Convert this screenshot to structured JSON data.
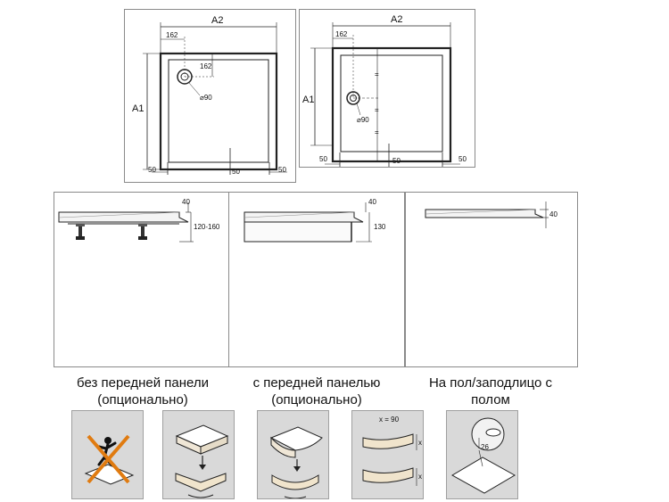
{
  "top_left": {
    "a2": "A2",
    "a1": "A1",
    "d162_top": "162",
    "d162_side": "162",
    "drain": "⌀90",
    "d50_left": "50",
    "d50_mid": "50",
    "d50_right": "50"
  },
  "top_right": {
    "a2": "A2",
    "a1": "A1",
    "d162_top": "162",
    "drain": "⌀90",
    "eq1": "=",
    "eq2": "=",
    "eq3": "=",
    "d50_left": "50",
    "d50_mid": "50",
    "d50_right": "50"
  },
  "sections": [
    {
      "d_top": "40",
      "d_height": "120-160"
    },
    {
      "d_top": "40",
      "d_height": "130"
    },
    {
      "d_top": "40"
    }
  ],
  "captions": [
    {
      "line1": "без передней панели",
      "line2": "(опционально)"
    },
    {
      "line1": "с передней панелью",
      "line2": "(опционально)"
    },
    {
      "line1": "На пол/заподлицо с",
      "line2": "полом"
    }
  ],
  "thumbs": {
    "x_label": "x = 90",
    "x_marker": "x",
    "depth": "26"
  },
  "colors": {
    "warning_cross": "#e07b10",
    "outline": "#222222",
    "panel_border": "#8a8a8a"
  }
}
